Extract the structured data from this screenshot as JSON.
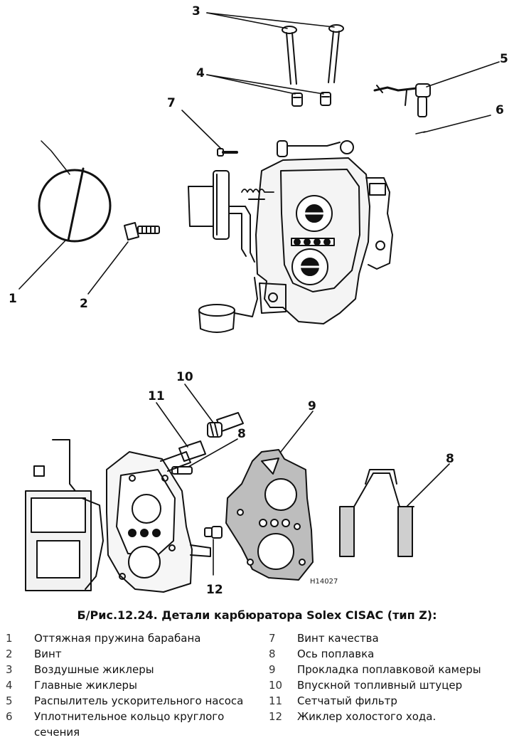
{
  "figure": {
    "callouts": [
      "1",
      "2",
      "3",
      "4",
      "5",
      "6",
      "7",
      "8",
      "9",
      "10",
      "11",
      "12"
    ],
    "drawing_code": "H14027"
  },
  "caption": "Б/Рис.12.24. Детали карбюратора Solex CISAC (тип Z):",
  "legend": {
    "left": [
      {
        "num": "1",
        "text": "Оттяжная пружина барабана"
      },
      {
        "num": "2",
        "text": "Винт"
      },
      {
        "num": "3",
        "text": "Воздушные жиклеры"
      },
      {
        "num": "4",
        "text": "Главные жиклеры"
      },
      {
        "num": "5",
        "text": "Распылитель ускорительного насоса"
      },
      {
        "num": "6",
        "text": "Уплотнительное кольцо круглого сечения"
      }
    ],
    "right": [
      {
        "num": "7",
        "text": "Винт качества"
      },
      {
        "num": "8",
        "text": "Ось поплавка"
      },
      {
        "num": "9",
        "text": "Прокладка поплавковой камеры"
      },
      {
        "num": "10",
        "text": "Впускной топливный штуцер"
      },
      {
        "num": "11",
        "text": "Сетчатый фильтр"
      },
      {
        "num": "12",
        "text": "Жиклер холостого хода."
      }
    ]
  }
}
